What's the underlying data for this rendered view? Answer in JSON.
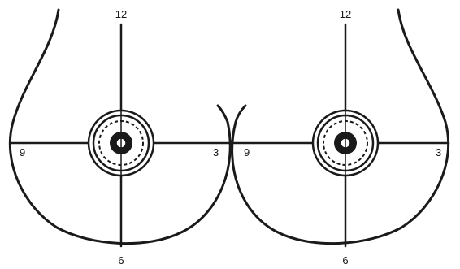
{
  "left_breast": {
    "label_12": "12",
    "label_3": "3",
    "label_6": "6",
    "label_9": "9"
  },
  "right_breast": {
    "label_12": "12",
    "label_3": "3",
    "label_6": "6",
    "label_9": "9"
  },
  "colors": {
    "line": "#1a1a1a",
    "background": "#ffffff"
  }
}
